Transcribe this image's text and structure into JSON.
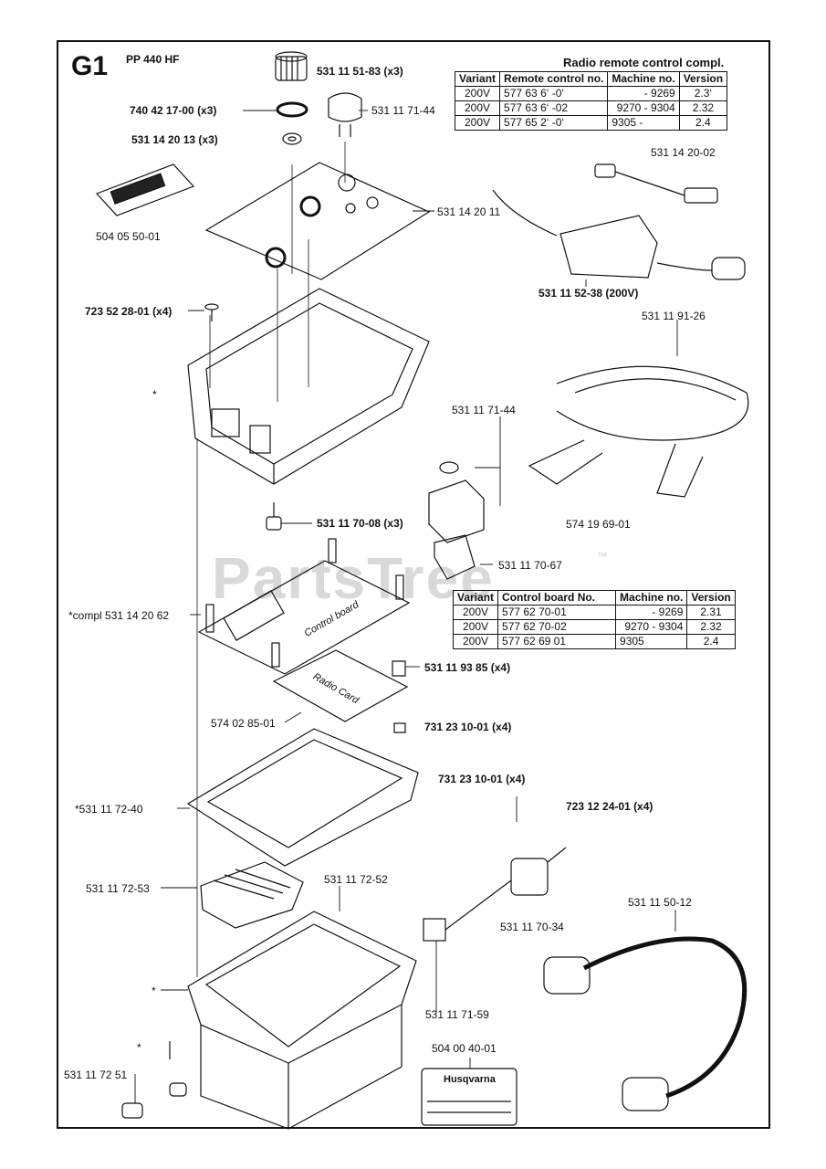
{
  "header": {
    "code": "G1",
    "model": "PP 440 HF"
  },
  "watermark": {
    "text": "PartsTree",
    "tm": "™"
  },
  "remote_table": {
    "title": "Radio remote control compl.",
    "columns": [
      "Variant",
      "Remote control no.",
      "Machine no.",
      "Version"
    ],
    "rows": [
      [
        "200V",
        "577 63 6‘ -0‘",
        "- 9269",
        "2.3‘"
      ],
      [
        "200V",
        "577 63 6‘ -02",
        "9270 - 9304",
        "2.32"
      ],
      [
        "200V",
        "577 65 2‘ -0‘",
        "9305 -",
        "2.4"
      ]
    ]
  },
  "board_table": {
    "columns": [
      "Variant",
      "Control board No.",
      "Machine no.",
      "Version"
    ],
    "rows": [
      [
        "200V",
        "577 62 70-01",
        "- 9269",
        "2.31"
      ],
      [
        "200V",
        "577 62 70-02",
        "9270 - 9304",
        "2.32"
      ],
      [
        "200V",
        "577 62 69 01",
        "9305",
        "2.4"
      ]
    ]
  },
  "parts": {
    "p1": "531 11 51-83 (x3)",
    "p2": "740 42 17-00 (x3)",
    "p3": "531 11 71-44",
    "p4": "531 14 20 13 (x3)",
    "p5": "531 14 20-02",
    "p6": "531 14 20 11",
    "p7": "504 05 50-01",
    "p8": "531 11 52-38 (200V)",
    "p9": "723 52 28-01 (x4)",
    "p10": "531 11 91-26",
    "p11": "*",
    "p12": "531 11 71-44",
    "p13": "531 11 70-08 (x3)",
    "p14": "574 19 69-01",
    "p15": "531 11 70-67",
    "p16": "*compl 531 14 20 62",
    "p17": "531 11 93 85 (x4)",
    "p18": "574 02 85-01",
    "p19": "731 23 10-01 (x4)",
    "p20": "731 23 10-01 (x4)",
    "p21": "723 12 24-01 (x4)",
    "p22": "*531 11 72-40",
    "p23": "531 11 72-53",
    "p24": "531 11 72-52",
    "p25": "531 11 50-12",
    "p26": "531 11 70-34",
    "p27": "*",
    "p28": "531 11 71-59",
    "p29": "*",
    "p30": "504 00 40-01",
    "p31": "531 11 72 51"
  },
  "component_text": {
    "control_board": "Control board",
    "radio_card": "Radio Card",
    "brand": "Husqvarna"
  }
}
